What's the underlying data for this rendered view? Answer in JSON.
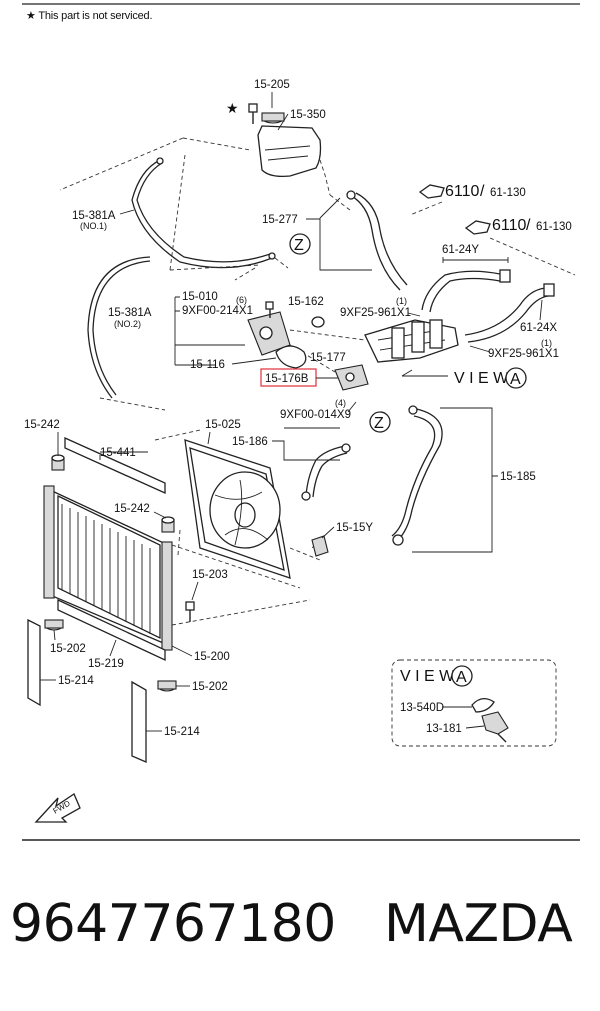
{
  "header": {
    "note": "★ This part is not serviced."
  },
  "labels": {
    "l15205": "15-205",
    "l15350": "15-350",
    "l6110a": "6110",
    "l61130a": "61-130",
    "l6110b": "6110",
    "l61130b": "61-130",
    "l15381a1": "15-381A",
    "l15381a1sub": "(NO.1)",
    "l15277": "15-277",
    "lZ1": "Z",
    "l6124y": "61-24Y",
    "l15381a2": "15-381A",
    "l15381a2sub": "(NO.2)",
    "l15010": "15-010",
    "l6q": "(6)",
    "l9xf00214": "9XF00-214X1",
    "l15162": "15-162",
    "l1q_a": "(1)",
    "l9xf25961a": "9XF25-961X1",
    "l6124x": "61-24X",
    "l1q_b": "(1)",
    "l9xf25961b": "9XF25-961X1",
    "l15116": "15-116",
    "l15177": "15-177",
    "l15176b": "15-176B",
    "lviewA": "V I E W",
    "lA1": "A",
    "l4q": "(4)",
    "l9xf00014": "9XF00-014X9",
    "lZ2": "Z",
    "l15242a": "15-242",
    "l15025": "15-025",
    "l15186": "15-186",
    "l15441": "15-441",
    "l15185": "15-185",
    "l15242b": "15-242",
    "l1515y": "15-15Y",
    "l15203": "15-203",
    "l15202a": "15-202",
    "l15219": "15-219",
    "l15200": "15-200",
    "l15214a": "15-214",
    "lviewA2": "V I E W",
    "lA2": "A",
    "l15202b": "15-202",
    "l13540d": "13-540D",
    "l13181": "13-181",
    "l15214b": "15-214",
    "lfwd": "FWD"
  },
  "footer": {
    "part_number": "9647767180",
    "brand": "MAZDA"
  },
  "highlight": {
    "color": "#e0303a"
  }
}
